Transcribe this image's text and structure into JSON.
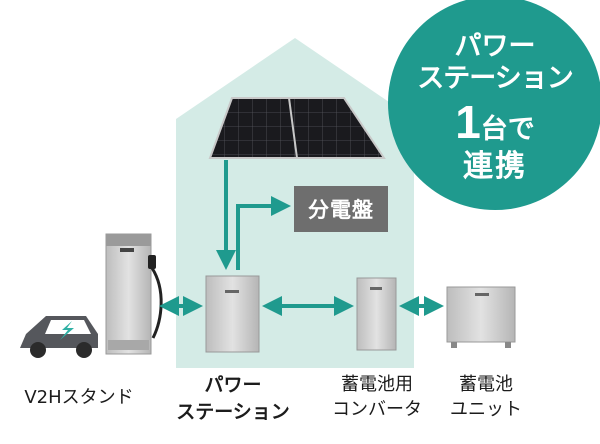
{
  "badge": {
    "line1": "パワー",
    "line2": "ステーション",
    "line3_big": "1",
    "line3_rest": "台で",
    "line4": "連携"
  },
  "distribution_panel": "分電盤",
  "labels": {
    "v2h_stand": "V2Hスタンド",
    "power_station_line1": "パワー",
    "power_station_line2": "ステーション",
    "converter_line1": "蓄電池用",
    "converter_line2": "コンバータ",
    "battery_line1": "蓄電池",
    "battery_line2": "ユニット"
  },
  "colors": {
    "accent": "#1f9a8e",
    "house": "#d4ebe6",
    "arrow": "#1f9a8e",
    "panel_box": "#6e6e6e"
  }
}
